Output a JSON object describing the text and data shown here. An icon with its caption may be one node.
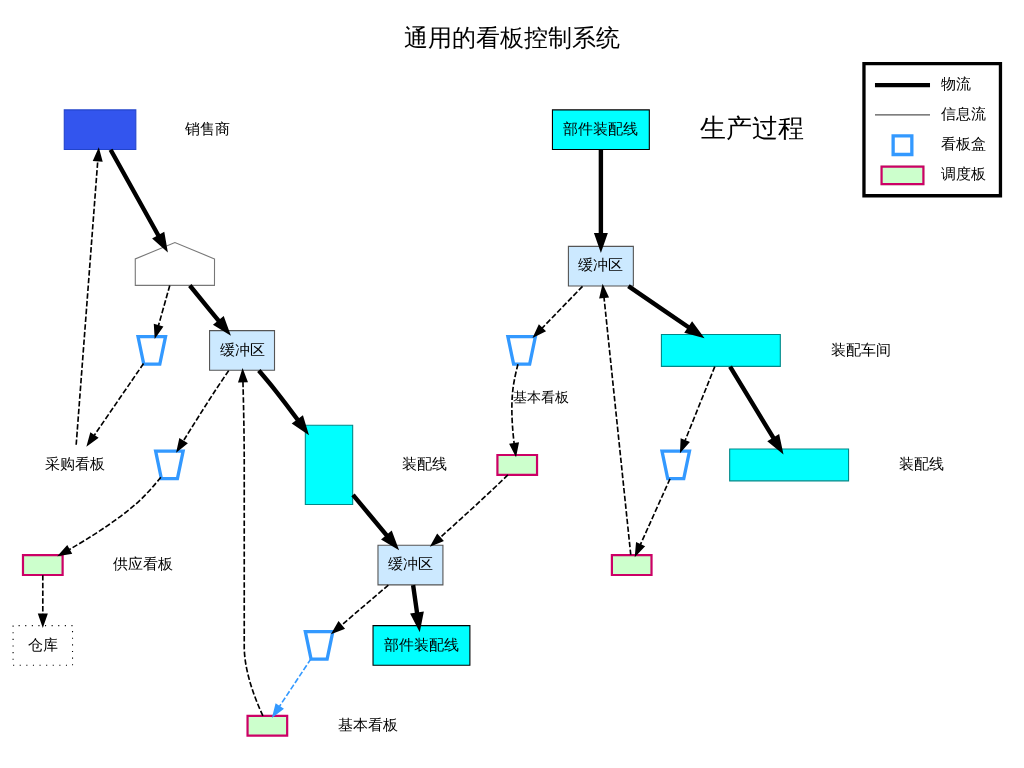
{
  "diagram": {
    "title": "通用的看板控制系统",
    "nodes": [
      {
        "text": [],
        "shape": "box",
        "beside": [
          "销售商"
        ]
      },
      {
        "text": [],
        "shape": "picture"
      },
      {
        "text": [
          "仓库"
        ]
      },
      {
        "text": [
          "采购看板"
        ]
      },
      {
        "text": [],
        "shape": "box"
      },
      {
        "text": [],
        "shape": "box",
        "beside": [
          "供应看板"
        ]
      },
      {
        "text": [],
        "shape": "box"
      },
      {
        "text": [
          "缓冲区"
        ]
      },
      {
        "text": [],
        "shape": "box",
        "beside": [
          "基本看板"
        ]
      },
      {
        "text": [],
        "shape": "box",
        "beside": [
          "装配线"
        ]
      },
      {
        "text": [],
        "shape": "box"
      },
      {
        "text": [
          "缓冲区"
        ]
      },
      {
        "text": [
          "部件装配线"
        ]
      },
      {
        "text": [
          "部件装配线"
        ]
      },
      {
        "text": [
          "缓冲区"
        ]
      },
      {
        "text": [],
        "shape": "box"
      },
      {
        "text": [],
        "shape": "box",
        "beside": [
          "装配车间"
        ]
      },
      {
        "text": [],
        "shape": "box"
      },
      {
        "text": [],
        "shape": "box"
      },
      {
        "text": [],
        "shape": "box"
      },
      {
        "text": [],
        "shape": "box",
        "beside": [
          "装配线"
        ]
      }
    ],
    "edges": [
      {
        "from": 0,
        "to": 1,
        "arrow": "to",
        "style": "thick"
      },
      {
        "from": 1,
        "to": 7,
        "arrow": "to",
        "style": "thick"
      },
      {
        "from": 1,
        "to": 4,
        "arrow": "to",
        "style": "dashed"
      },
      {
        "from": 4,
        "to": 3,
        "arrow": "to",
        "style": "dashed"
      },
      {
        "from": 3,
        "to": 0,
        "arrow": "to",
        "style": "dashed"
      },
      {
        "from": 5,
        "to": 2,
        "arrow": "to",
        "style": "dashed"
      },
      {
        "from": 6,
        "to": 5,
        "arrow": "to",
        "style": "dashed"
      },
      {
        "from": 7,
        "to": 6,
        "arrow": "to",
        "style": "dashed"
      },
      {
        "from": 8,
        "to": 7,
        "arrow": "to",
        "style": "dashed"
      },
      {
        "from": 10,
        "to": 8,
        "arrow": "to",
        "style": "dashed",
        "color": "#3399ff"
      },
      {
        "from": 11,
        "to": 10,
        "arrow": "to",
        "style": "dashed"
      },
      {
        "from": 7,
        "to": 9,
        "arrow": "to",
        "style": "thick"
      },
      {
        "from": 9,
        "to": 11,
        "arrow": "to",
        "style": "thick"
      },
      {
        "from": 11,
        "to": 13,
        "arrow": "to",
        "style": "thick"
      },
      {
        "from": 12,
        "to": 14,
        "arrow": "to",
        "style": "thick"
      },
      {
        "from": 14,
        "to": 16,
        "arrow": "to",
        "style": "thick"
      },
      {
        "from": 16,
        "to": 20,
        "arrow": "to",
        "style": "thick"
      },
      {
        "from": 16,
        "to": 17,
        "arrow": "to",
        "style": "dashed"
      },
      {
        "from": 17,
        "to": 15,
        "arrow": "to",
        "style": "dashed"
      },
      {
        "from": 15,
        "to": 14,
        "arrow": "to",
        "style": "dashed"
      },
      {
        "from": 14,
        "to": 18,
        "arrow": "to",
        "style": "dashed"
      },
      {
        "from": 18,
        "to": 19,
        "arrow": "to",
        "style": "dashed",
        "label": "基本看板"
      },
      {
        "from": 19,
        "to": 11,
        "arrow": "to",
        "style": "dashed"
      }
    ],
    "labels": [
      "生产过程"
    ],
    "legend": [
      {
        "text": "物流"
      },
      {
        "text": "信息流"
      },
      {
        "text": "看板盒"
      },
      {
        "text": "调度板"
      }
    ]
  }
}
